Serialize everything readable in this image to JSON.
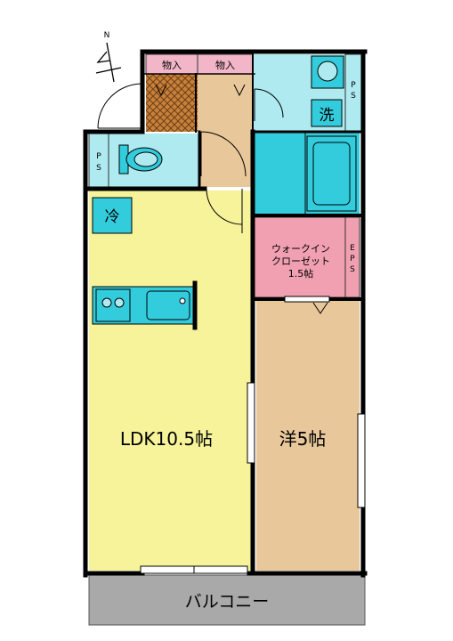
{
  "compass": {
    "label": "N"
  },
  "storage": {
    "left": "物入",
    "right": "物入"
  },
  "pipe_space": {
    "upper": [
      "P",
      "S"
    ],
    "lower": [
      "P",
      "S"
    ]
  },
  "laundry": "洗",
  "fridge": "冷",
  "walk_in_closet": {
    "line1": "ウォークイン",
    "line2": "クローゼット",
    "size": "1.5帖"
  },
  "eps": [
    "E",
    "P",
    "S"
  ],
  "ldk": "LDK10.5帖",
  "western_room": "洋5帖",
  "balcony": "バルコニー",
  "colors": {
    "ldk": "#f7f39a",
    "western": "#e8c79a",
    "wet_area": "#33ccdd",
    "wet_light": "#aeeaf0",
    "closet": "#f0a0b0",
    "storage_pink": "#f2b6c8",
    "hall": "#e8c79a",
    "balcony": "#a9a9a9"
  }
}
